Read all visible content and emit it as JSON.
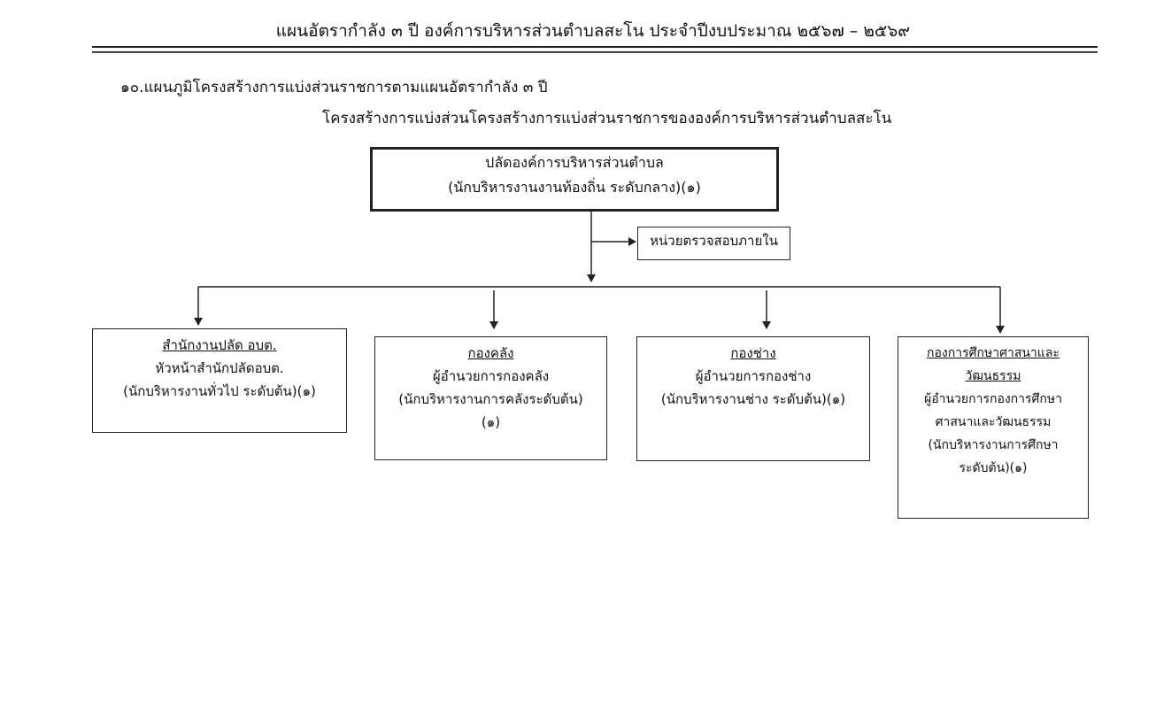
{
  "header": {
    "title": "แผนอัตรากำลัง ๓ ปี องค์การบริหารส่วนตำบลสะโน  ประจำปีงบประมาณ ๒๕๖๗ – ๒๕๖๙"
  },
  "section_title": "๑๐.แผนภูมิโครงสร้างการแบ่งส่วนราชการตามแผนอัตรากำลัง ๓ ปี",
  "diagram_title": "โครงสร้างการแบ่งส่วนโครงสร้างการแบ่งส่วนราชการขององค์การบริหารส่วนตำบลสะโน",
  "org": {
    "top": {
      "line1": "ปลัดองค์การบริหารส่วนตำบล",
      "line2": "(นักบริหารงานงานท้องถิ่น ระดับกลาง)(๑)"
    },
    "audit": {
      "label": "หน่วยตรวจสอบภายใน"
    },
    "divisions": [
      {
        "heading": "สำนักงานปลัด  อบต.",
        "lines": [
          "หัวหน้าสำนักปลัดอบต.",
          "(นักบริหารงานทั่วไป  ระดับต้น)(๑)"
        ]
      },
      {
        "heading": "กองคลัง",
        "lines": [
          "ผู้อำนวยการกองคลัง",
          "(นักบริหารงานการคลังระดับต้น)",
          "(๑)"
        ]
      },
      {
        "heading": "กองช่าง",
        "lines": [
          "ผู้อำนวยการกองช่าง",
          "(นักบริหารงานช่าง  ระดับต้น)(๑)"
        ]
      },
      {
        "heading_lines": [
          "กองการศึกษาศาสนาและ",
          "วัฒนธรรม"
        ],
        "lines": [
          "ผู้อำนวยการกองการศึกษา",
          "ศาสนาและวัฒนธรรม",
          "(นักบริหารงานการศึกษา",
          "ระดับต้น)(๑)"
        ]
      }
    ]
  }
}
